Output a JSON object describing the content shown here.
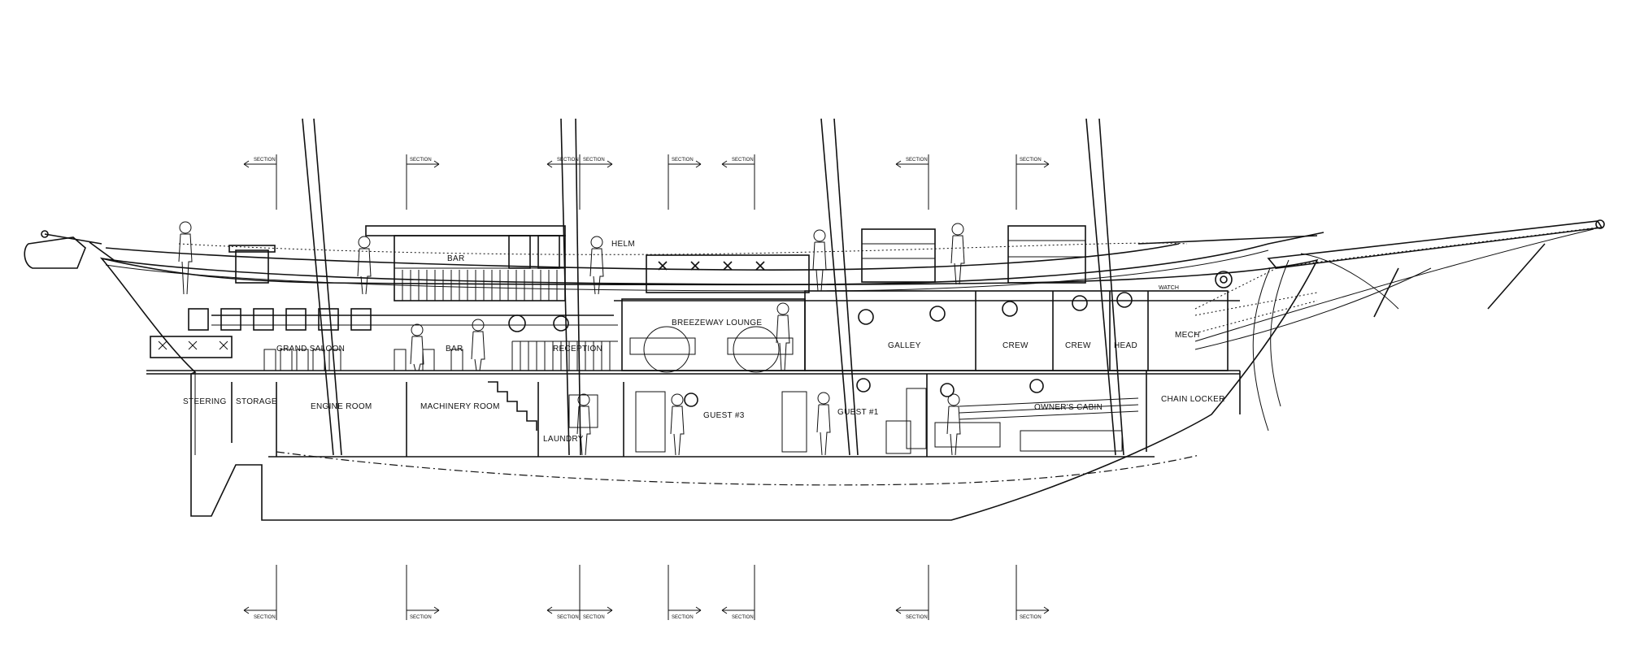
{
  "deck_labels": {
    "bar": "BAR",
    "helm": "HELM",
    "breezeway_lounge": "BREEZEWAY LOUNGE",
    "grand_salon": "GRAND SALOON",
    "bar_lower": "BAR",
    "reception": "RECEPTION",
    "galley": "GALLEY",
    "crew_1": "CREW",
    "crew_2": "CREW",
    "head": "HEAD",
    "mech": "MECH",
    "chain_locker": "CHAIN LOCKER",
    "steering": "STEERING",
    "storage": "STORAGE",
    "engine_room": "ENGINE ROOM",
    "machinery_room": "MACHINERY ROOM",
    "laundry": "LAUNDRY",
    "guest_3": "GUEST #3",
    "guest_1": "GUEST #1",
    "owners_cabin": "OWNER'S CABIN",
    "watch": "WATCH"
  },
  "section_label": "SECTION"
}
